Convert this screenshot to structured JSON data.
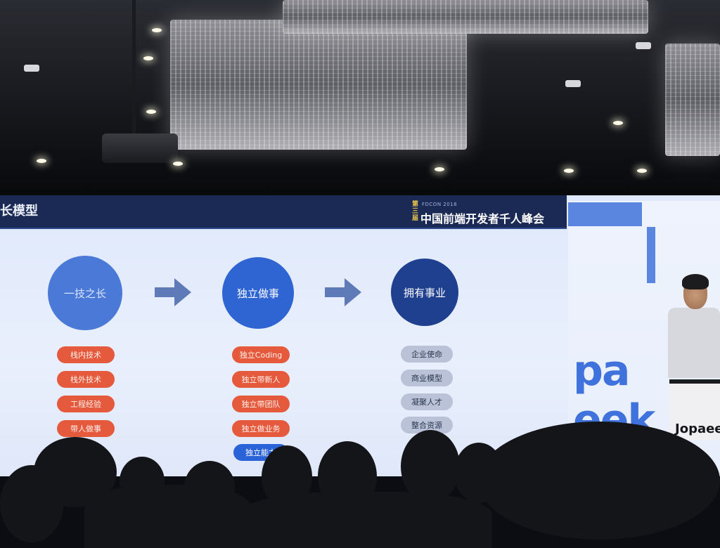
{
  "slide": {
    "title_fragment": "长模型",
    "conference": {
      "edition": "第三届",
      "year_tag": "FDCON 2018",
      "name": "中国前端开发者千人峰会"
    },
    "stages": [
      {
        "label": "一技之长",
        "color": "#4b79d8"
      },
      {
        "label": "独立做事",
        "color": "#2f64d3"
      },
      {
        "label": "拥有事业",
        "color": "#1f3f8f"
      }
    ],
    "column1_items": [
      "栈内技术",
      "栈外技术",
      "工程经验",
      "带人做事"
    ],
    "column2_items": [
      "独立Coding",
      "独立带新人",
      "独立带团队",
      "独立做业务",
      "独立能力"
    ],
    "column3_items": [
      "企业使命",
      "商业模型",
      "凝聚人才",
      "整合资源"
    ],
    "colors": {
      "red_pill": "#e5593c",
      "blue_pill": "#2a62d8",
      "gray_pill": "#b9c2d6",
      "title_bar": "#1a2a55",
      "arrow": "#5f7bb7"
    }
  },
  "stage_side": {
    "brand": "pa eek",
    "podium_logo": "Jopaeek"
  }
}
